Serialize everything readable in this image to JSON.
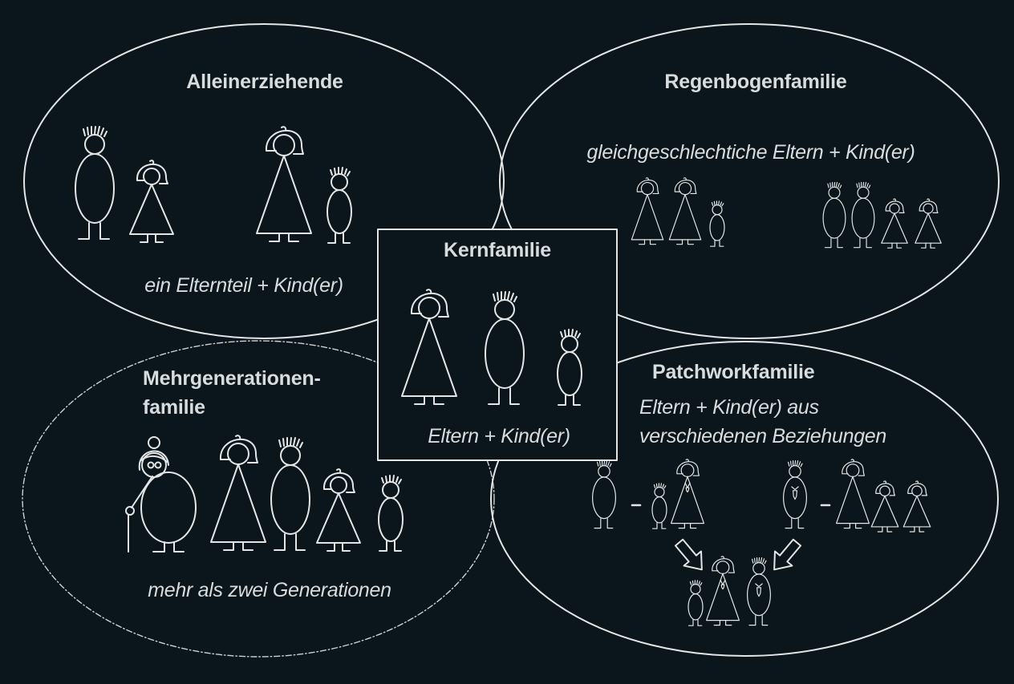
{
  "diagram": {
    "background": "#0a161b",
    "line_color": "#e4e6e6",
    "text_color": "#d9dcdd",
    "center": {
      "title": "Kernfamilie",
      "subtitle": "Eltern + Kind(er)",
      "figures": [
        "woman",
        "man",
        "boy"
      ]
    },
    "groups": [
      {
        "id": "alleinerziehende",
        "title": "Alleinerziehende",
        "subtitle": "ein Elternteil + Kind(er)",
        "border": "solid",
        "figures": [
          "man",
          "girl",
          "woman",
          "boy"
        ]
      },
      {
        "id": "regenbogenfamilie",
        "title": "Regenbogenfamilie",
        "subtitle": "gleichgeschlechtiche Eltern + Kind(er)",
        "border": "solid",
        "figures": [
          "woman",
          "woman",
          "boy",
          "man",
          "man",
          "girl",
          "girl"
        ]
      },
      {
        "id": "mehrgenerationenfamilie",
        "title_line1": "Mehrgenerationen-",
        "title_line2": "familie",
        "subtitle": "mehr als zwei Generationen",
        "border": "dash-dot",
        "figures": [
          "grandmother",
          "woman",
          "man",
          "girl",
          "boy"
        ]
      },
      {
        "id": "patchworkfamilie",
        "title": "Patchworkfamilie",
        "subtitle_line1": "Eltern + Kind(er) aus",
        "subtitle_line2": "verschiedenen Beziehungen",
        "border": "solid",
        "separator": "-",
        "figures_left": [
          "man",
          "-",
          "boy",
          "woman"
        ],
        "figures_right": [
          "man",
          "-",
          "woman",
          "girl",
          "girl"
        ],
        "figures_result": [
          "boy",
          "woman",
          "man"
        ],
        "arrows": [
          "arrow-down-right",
          "arrow-down-left"
        ]
      }
    ]
  }
}
